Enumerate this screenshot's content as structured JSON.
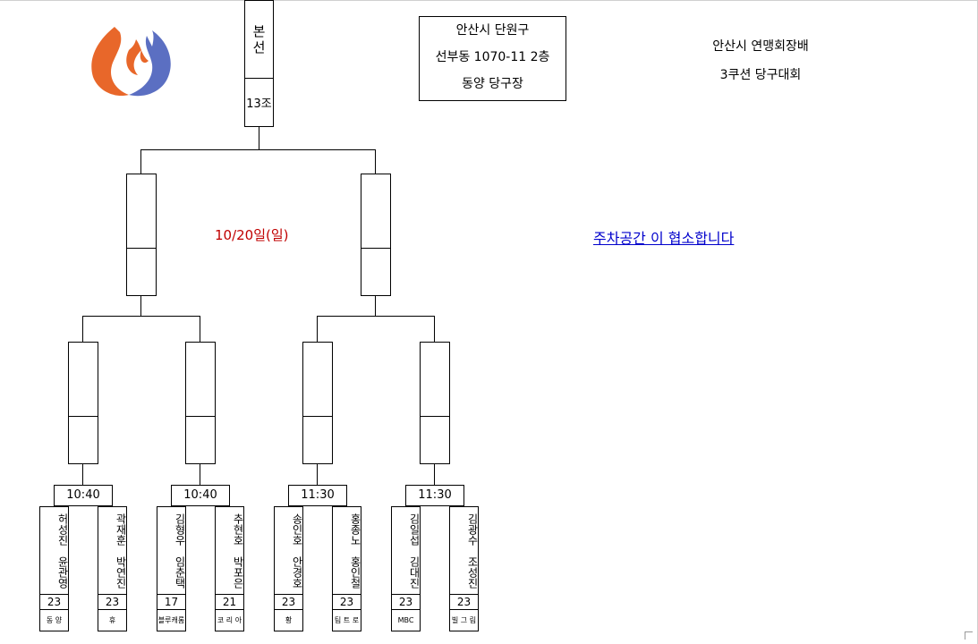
{
  "logo": {
    "name": "logo-emblem",
    "colors": {
      "orange": "#e8672a",
      "blue": "#5b6fc2"
    }
  },
  "header": {
    "vertical_title": [
      "본",
      "선"
    ],
    "group_label": "13조",
    "address_lines": [
      "안산시 단원구",
      "선부동 1070-11 2층",
      "동양 당구장"
    ],
    "event_title_lines": [
      "안산시 연맹회장배",
      "3쿠션 당구대회"
    ]
  },
  "date_label": "10/20일(일)",
  "parking_note": "주차공간 이 협소합니다",
  "colors": {
    "date": "#c00000",
    "link": "#0000cc"
  },
  "matches": [
    {
      "time": "10:40",
      "players": [
        {
          "name1": "허성진",
          "name2": "윤관영",
          "score": "23",
          "club": "동 양"
        },
        {
          "name1": "곽재훈",
          "name2": "박연진",
          "score": "23",
          "club": "휴"
        }
      ]
    },
    {
      "time": "10:40",
      "players": [
        {
          "name1": "김형우",
          "name2": "임춘택",
          "score": "17",
          "club": "블루캐롬"
        },
        {
          "name1": "추현호",
          "name2": "박포은",
          "score": "21",
          "club": "코 리 아"
        }
      ]
    },
    {
      "time": "11:30",
      "players": [
        {
          "name1": "송인호",
          "name2": "안경호",
          "score": "23",
          "club": "황"
        },
        {
          "name1": "홍종노",
          "name2": "홍인철",
          "score": "23",
          "club": "팀 트 로"
        }
      ]
    },
    {
      "time": "11:30",
      "players": [
        {
          "name1": "김일섭",
          "name2": "김대진",
          "score": "23",
          "club": "MBC"
        },
        {
          "name1": "김광수",
          "name2": "조성진",
          "score": "23",
          "club": "빌 그 림"
        }
      ]
    }
  ]
}
